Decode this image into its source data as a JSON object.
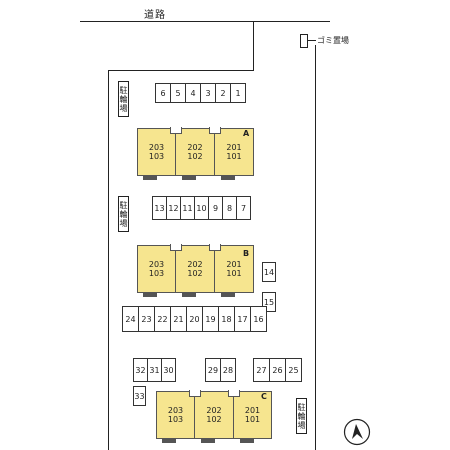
{
  "road": {
    "label": "道路"
  },
  "garbage": {
    "label": "ゴミ置場"
  },
  "bicycle_parking": [
    {
      "label": "駐輪場"
    },
    {
      "label": "駐輪場"
    },
    {
      "label": "駐輪場"
    }
  ],
  "buildings": [
    {
      "tag": "A",
      "units": [
        {
          "top": "203",
          "bottom": "103"
        },
        {
          "top": "202",
          "bottom": "102"
        },
        {
          "top": "201",
          "bottom": "101"
        }
      ]
    },
    {
      "tag": "B",
      "units": [
        {
          "top": "203",
          "bottom": "103"
        },
        {
          "top": "202",
          "bottom": "102"
        },
        {
          "top": "201",
          "bottom": "101"
        }
      ]
    },
    {
      "tag": "C",
      "units": [
        {
          "top": "203",
          "bottom": "103"
        },
        {
          "top": "202",
          "bottom": "102"
        },
        {
          "top": "201",
          "bottom": "101"
        }
      ]
    }
  ],
  "parking_rows": {
    "row1": [
      "6",
      "5",
      "4",
      "3",
      "2",
      "1"
    ],
    "row2": [
      "13",
      "12",
      "11",
      "10",
      "9",
      "8",
      "7"
    ],
    "row_single": [
      "14",
      "15"
    ],
    "row3": [
      "24",
      "23",
      "22",
      "21",
      "20",
      "19",
      "18",
      "17",
      "16"
    ],
    "row4a": [
      "32",
      "31",
      "30"
    ],
    "row4b": [
      "33"
    ],
    "row4c": [
      "29",
      "28"
    ],
    "row4d": [
      "27",
      "26",
      "25"
    ]
  },
  "compass": {
    "icon": "north-arrow-icon"
  }
}
